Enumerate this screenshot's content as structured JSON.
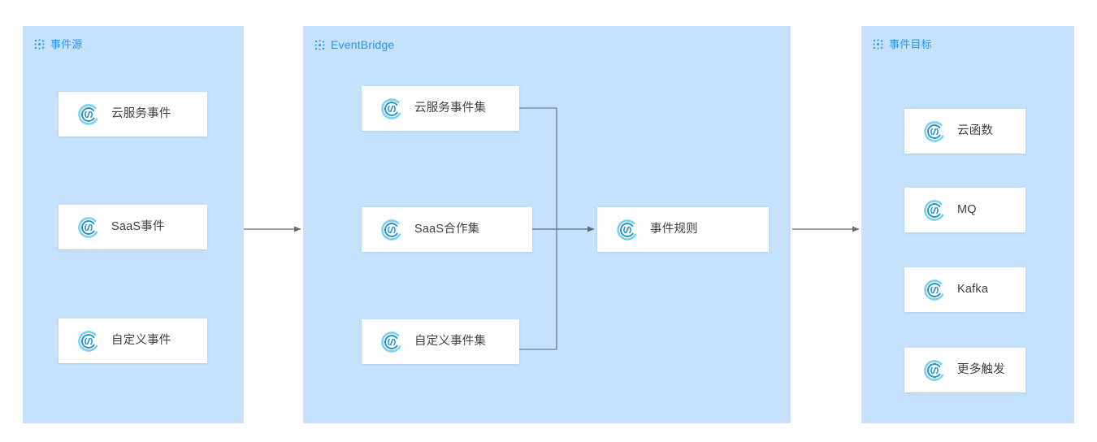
{
  "diagram": {
    "title": "EventBridge event flow architecture",
    "colors": {
      "panel_bg": "#c5e1fb",
      "panel_title": "#2196f3",
      "card_bg": "#ffffff",
      "card_text": "#3f3f3f",
      "icon_accent": "#29a3e0",
      "connector": "#6b7280",
      "page_bg": "#ffffff"
    }
  },
  "panels": [
    {
      "id": "event-source",
      "title": "事件源",
      "icon": "network-dots-icon",
      "cards": [
        {
          "label": "云服务事件",
          "icon": "event-ring-icon"
        },
        {
          "label": "SaaS事件",
          "icon": "event-ring-icon"
        },
        {
          "label": "自定义事件",
          "icon": "event-ring-icon"
        }
      ]
    },
    {
      "id": "eventbridge",
      "title": "EventBridge",
      "icon": "network-dots-icon",
      "cards": [
        {
          "label": "云服务事件集",
          "icon": "event-ring-icon"
        },
        {
          "label": "SaaS合作集",
          "icon": "event-ring-icon"
        },
        {
          "label": "自定义事件集",
          "icon": "event-ring-icon"
        },
        {
          "label": "事件规则",
          "icon": "event-ring-icon"
        }
      ]
    },
    {
      "id": "event-target",
      "title": "事件目标",
      "icon": "network-dots-icon",
      "cards": [
        {
          "label": "云函数",
          "icon": "event-ring-icon"
        },
        {
          "label": "MQ",
          "icon": "event-ring-icon"
        },
        {
          "label": "Kafka",
          "icon": "event-ring-icon"
        },
        {
          "label": "更多触发",
          "icon": "event-ring-icon"
        }
      ]
    }
  ],
  "connectors": [
    {
      "id": "source-to-bridge",
      "from": "事件源",
      "to": "EventBridge",
      "style": "arrow"
    },
    {
      "id": "eventsets-to-rule",
      "from": "云服务事件集/SaaS合作集/自定义事件集",
      "to": "事件规则",
      "style": "bus-arrow"
    },
    {
      "id": "bridge-to-target",
      "from": "事件规则",
      "to": "事件目标",
      "style": "arrow"
    }
  ]
}
